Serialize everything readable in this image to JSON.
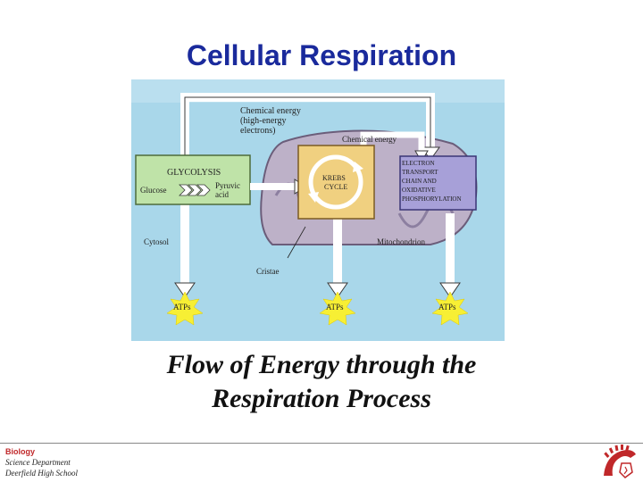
{
  "slide": {
    "title": "Cellular Respiration",
    "caption_line1": "Flow of Energy through the",
    "caption_line2": "Respiration Process"
  },
  "diagram": {
    "chemical_energy_top": [
      "Chemical energy",
      "(high-energy",
      "electrons)"
    ],
    "chemical_energy_mid": "Chemical energy",
    "glycolysis": "GLYCOLYSIS",
    "glucose": "Glucose",
    "pyruvic": [
      "Pyruvic",
      "acid"
    ],
    "krebs": [
      "KREBS",
      "CYCLE"
    ],
    "etc": [
      "ELECTRON",
      "TRANSPORT",
      "CHAIN AND",
      "OXIDATIVE",
      "PHOSPHORYLATION"
    ],
    "cytosol": "Cytosol",
    "mitochondrion": "Mitochondrion",
    "cristae": "Cristae",
    "atp_left": "ATPs",
    "atp_mid": "ATPs",
    "atp_right": "ATPs"
  },
  "footer": {
    "subject": "Biology",
    "department": "Science Department",
    "school": "Deerfield High School"
  },
  "colors": {
    "title": "#1a2a9c",
    "diagram_bg": "#a9d7ea",
    "glycolysis_box": "#bfe3a8",
    "krebs_box": "#f0d080",
    "etc_box": "#a7a0d8",
    "mitochondrion": "#bdb1c8",
    "atp_burst": "#f7ef34"
  }
}
